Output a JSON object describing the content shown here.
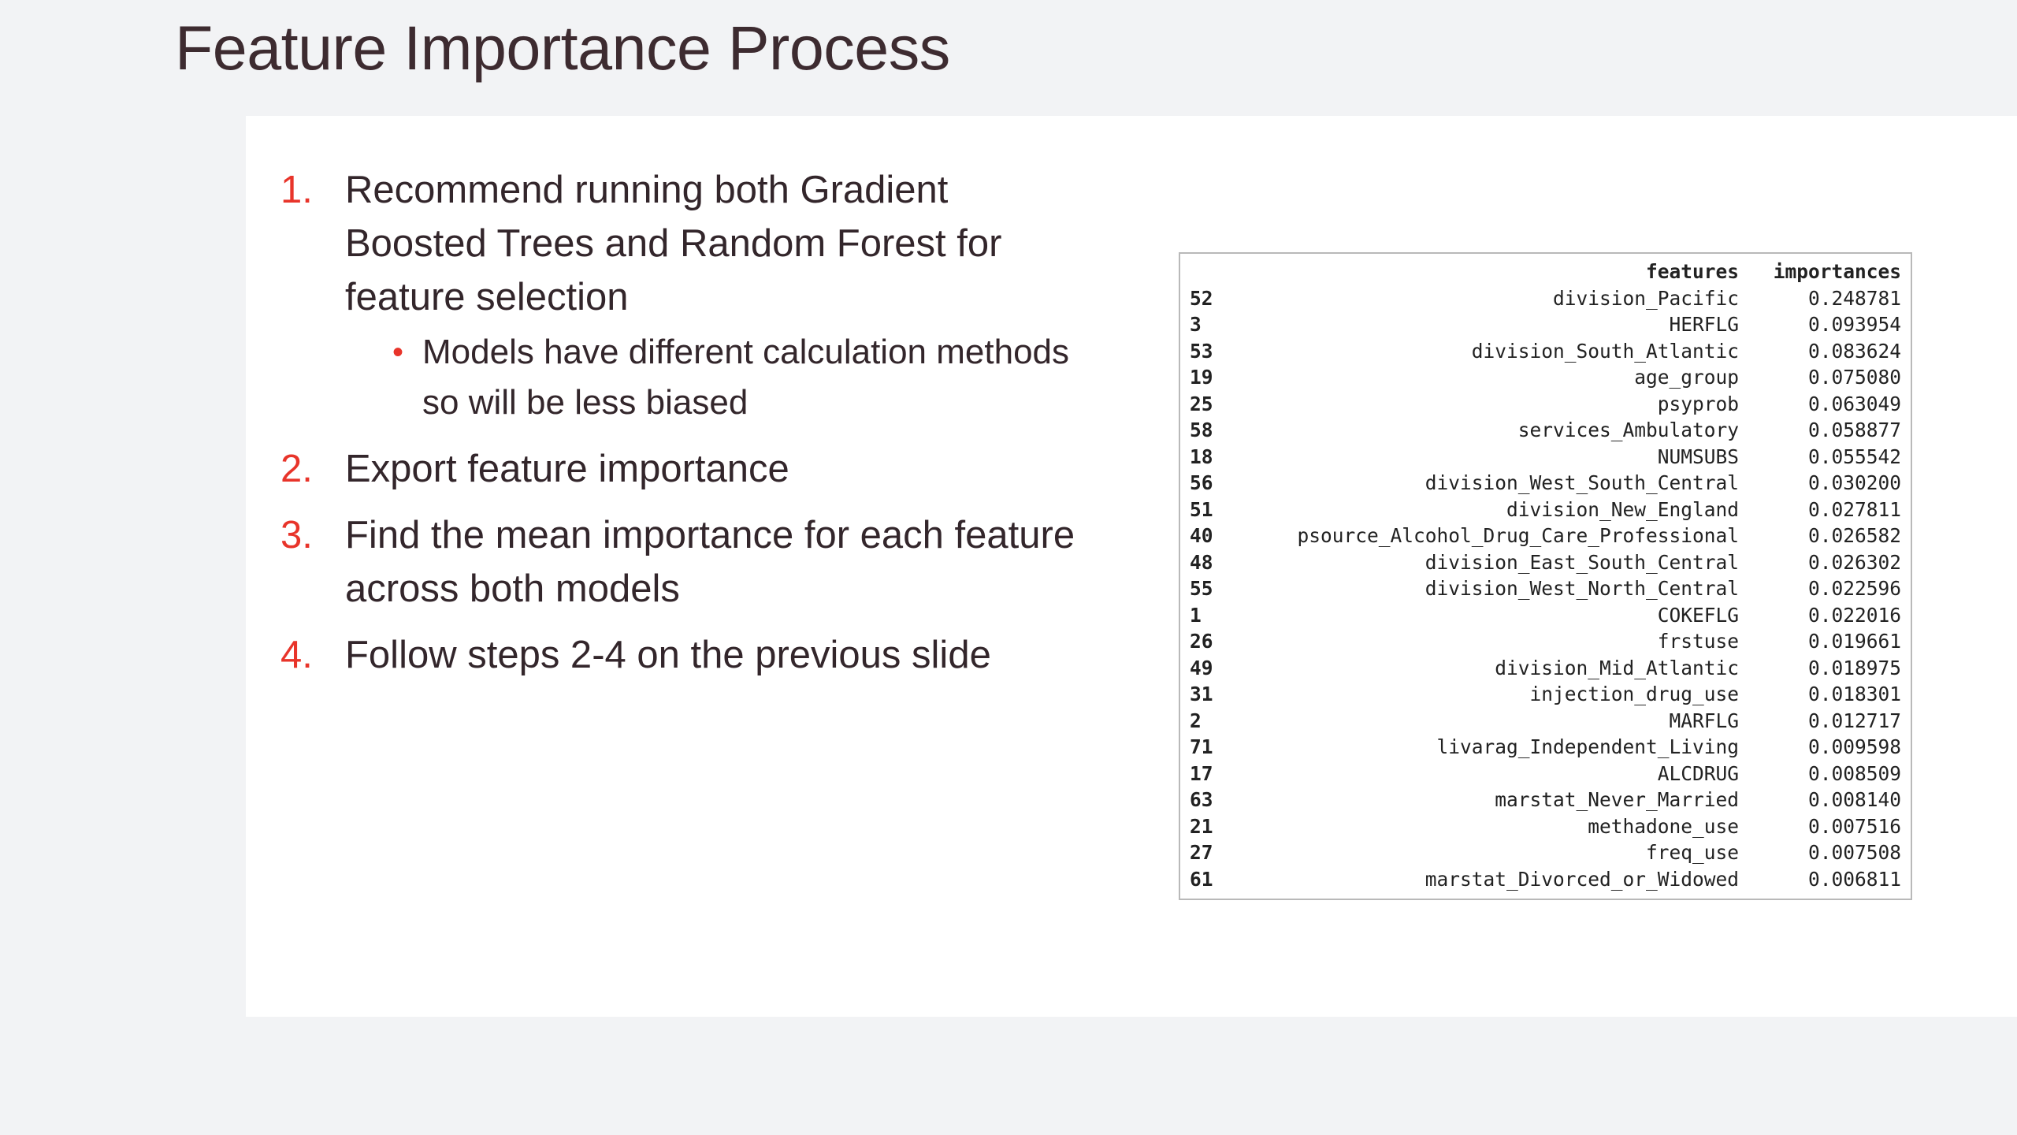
{
  "slide": {
    "title": "Feature Importance Process",
    "colors": {
      "background": "#f2f3f5",
      "panel": "#ffffff",
      "title_text": "#3d2b30",
      "body_text": "#33262b",
      "accent_red": "#e8342a",
      "table_border": "#b9b9b9"
    }
  },
  "bullets": {
    "items": [
      {
        "marker": "1.",
        "text": "Recommend running both Gradient Boosted Trees and Random Forest for feature selection"
      },
      {
        "marker": "2.",
        "text": "Export feature importance"
      },
      {
        "marker": "3.",
        "text": "Find the mean importance for each feature across both models"
      },
      {
        "marker": "4.",
        "text": "Follow steps 2-4 on the previous slide"
      }
    ],
    "sub_items": [
      {
        "marker": "•",
        "text": "Models have different calculation methods so will be less biased"
      }
    ]
  },
  "table": {
    "columns": [
      "",
      "features",
      "importances"
    ],
    "rows": [
      {
        "index": "52",
        "feature": "division_Pacific",
        "importance": "0.248781"
      },
      {
        "index": "3",
        "feature": "HERFLG",
        "importance": "0.093954"
      },
      {
        "index": "53",
        "feature": "division_South_Atlantic",
        "importance": "0.083624"
      },
      {
        "index": "19",
        "feature": "age_group",
        "importance": "0.075080"
      },
      {
        "index": "25",
        "feature": "psyprob",
        "importance": "0.063049"
      },
      {
        "index": "58",
        "feature": "services_Ambulatory",
        "importance": "0.058877"
      },
      {
        "index": "18",
        "feature": "NUMSUBS",
        "importance": "0.055542"
      },
      {
        "index": "56",
        "feature": "division_West_South_Central",
        "importance": "0.030200"
      },
      {
        "index": "51",
        "feature": "division_New_England",
        "importance": "0.027811"
      },
      {
        "index": "40",
        "feature": "psource_Alcohol_Drug_Care_Professional",
        "importance": "0.026582"
      },
      {
        "index": "48",
        "feature": "division_East_South_Central",
        "importance": "0.026302"
      },
      {
        "index": "55",
        "feature": "division_West_North_Central",
        "importance": "0.022596"
      },
      {
        "index": "1",
        "feature": "COKEFLG",
        "importance": "0.022016"
      },
      {
        "index": "26",
        "feature": "frstuse",
        "importance": "0.019661"
      },
      {
        "index": "49",
        "feature": "division_Mid_Atlantic",
        "importance": "0.018975"
      },
      {
        "index": "31",
        "feature": "injection_drug_use",
        "importance": "0.018301"
      },
      {
        "index": "2",
        "feature": "MARFLG",
        "importance": "0.012717"
      },
      {
        "index": "71",
        "feature": "livarag_Independent_Living",
        "importance": "0.009598"
      },
      {
        "index": "17",
        "feature": "ALCDRUG",
        "importance": "0.008509"
      },
      {
        "index": "63",
        "feature": "marstat_Never_Married",
        "importance": "0.008140"
      },
      {
        "index": "21",
        "feature": "methadone_use",
        "importance": "0.007516"
      },
      {
        "index": "27",
        "feature": "freq_use",
        "importance": "0.007508"
      },
      {
        "index": "61",
        "feature": "marstat_Divorced_or_Widowed",
        "importance": "0.006811"
      }
    ]
  }
}
